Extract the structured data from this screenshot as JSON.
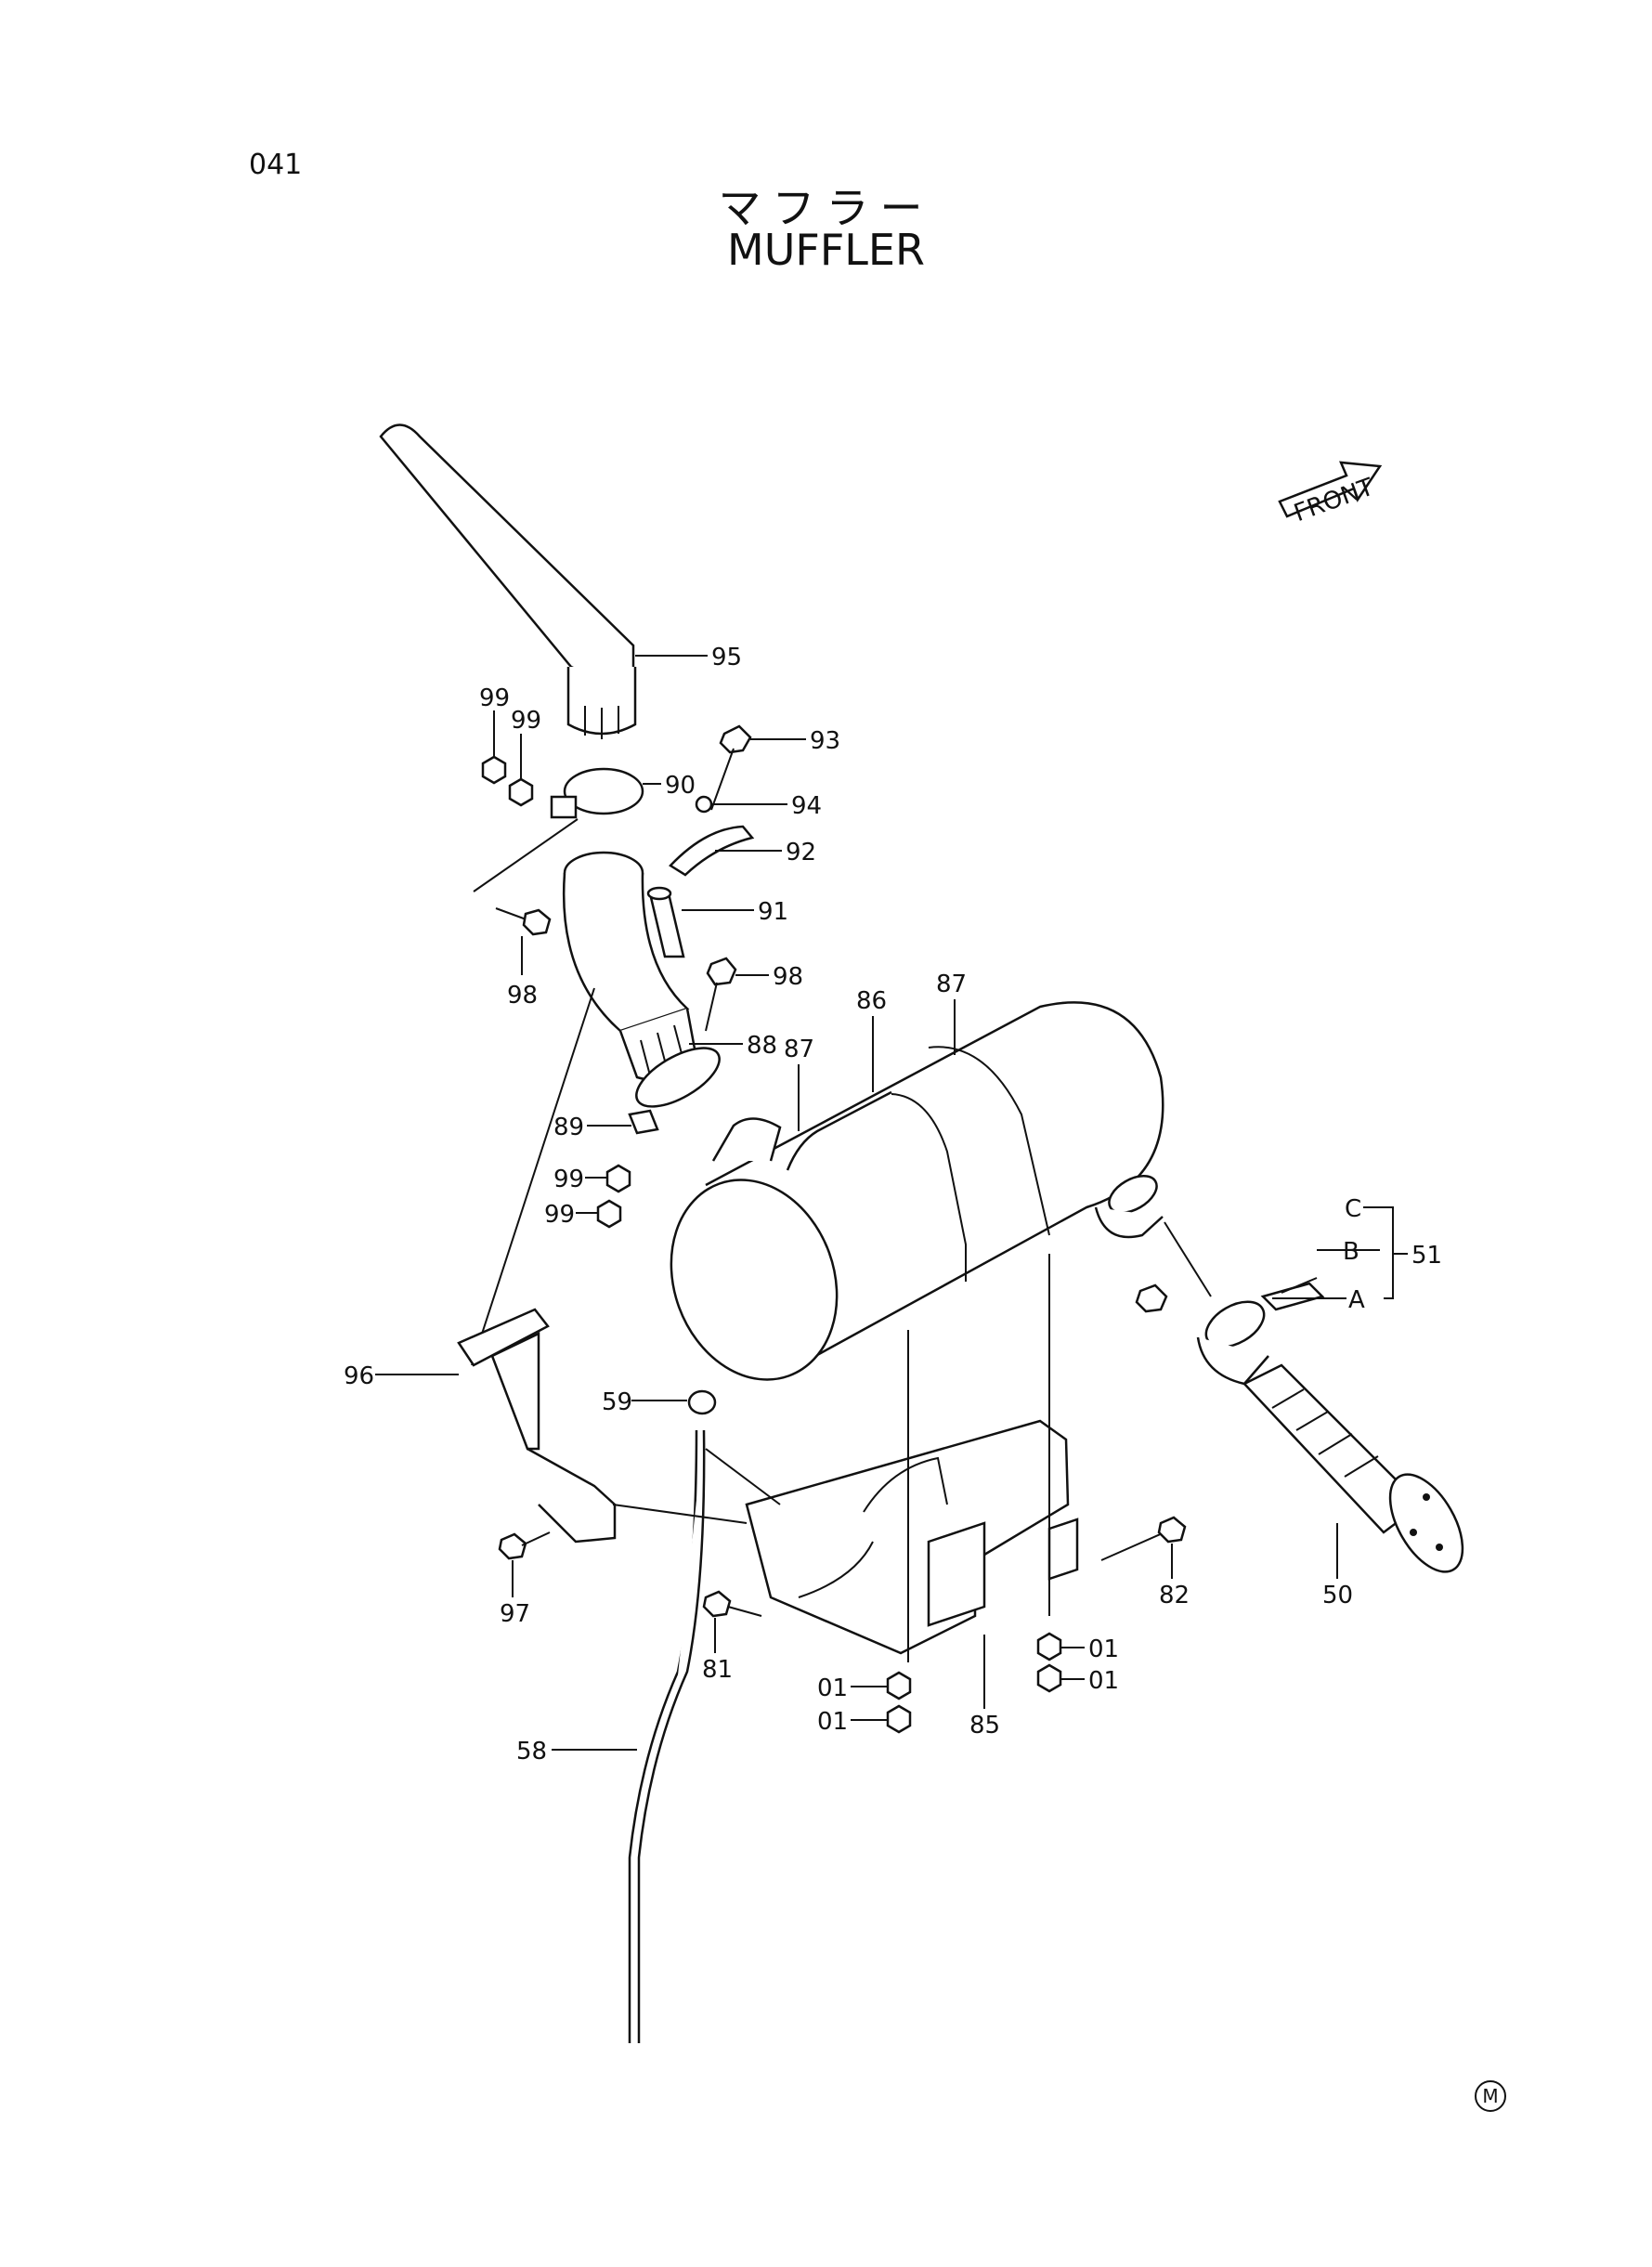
{
  "page_number": "041",
  "title_jp": "マフラー",
  "title_en": "MUFFLER",
  "front_label": "FRONT",
  "footer_mark": "M",
  "callouts": {
    "c95": "95",
    "c99a": "99",
    "c99b": "99",
    "c90": "90",
    "c93": "93",
    "c94": "94",
    "c92": "92",
    "c91": "91",
    "c98a": "98",
    "c98b": "98",
    "c88": "88",
    "c87a": "87",
    "c87b": "87",
    "c86": "86",
    "c89": "89",
    "c99c": "99",
    "c99d": "99",
    "cC": "C",
    "cB": "B",
    "cA": "A",
    "c51": "51",
    "c96": "96",
    "c59": "59",
    "c97": "97",
    "c82": "82",
    "c50": "50",
    "c01a": "01",
    "c01b": "01",
    "c81": "81",
    "c01c": "01",
    "c01d": "01",
    "c85": "85",
    "c58": "58"
  }
}
